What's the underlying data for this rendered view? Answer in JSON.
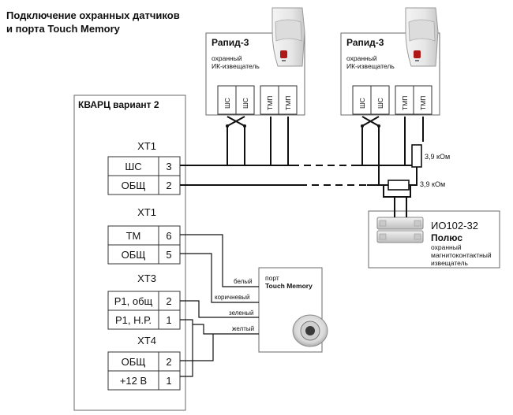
{
  "title": {
    "line1": "Подключение охранных датчиков",
    "line2": "и порта Touch Memory"
  },
  "sensors": [
    {
      "name": "Рапид-3",
      "desc1": "охранный",
      "desc2": "ИК-извещатель",
      "terminals": [
        "ШС",
        "ШС",
        "ТМП",
        "ТМП"
      ]
    },
    {
      "name": "Рапид-3",
      "desc1": "охранный",
      "desc2": "ИК-извещатель",
      "terminals": [
        "ШС",
        "ШС",
        "ТМП",
        "ТМП"
      ]
    }
  ],
  "panel": {
    "title": "КВАРЦ вариант 2",
    "blocks": [
      {
        "header": "ХТ1",
        "rows": [
          {
            "label": "ШС",
            "num": "3"
          },
          {
            "label": "ОБЩ",
            "num": "2"
          }
        ]
      },
      {
        "header": "ХТ1",
        "rows": [
          {
            "label": "ТМ",
            "num": "6"
          },
          {
            "label": "ОБЩ",
            "num": "5"
          }
        ]
      },
      {
        "header": "ХТ3",
        "rows": [
          {
            "label": "Р1, общ",
            "num": "2"
          },
          {
            "label": "Р1, Н.Р.",
            "num": "1"
          }
        ]
      },
      {
        "header": "ХТ4",
        "rows": [
          {
            "label": "ОБЩ",
            "num": "2"
          },
          {
            "label": "+12 В",
            "num": "1"
          }
        ]
      }
    ]
  },
  "resistors": [
    {
      "value": "3,9  кОм"
    },
    {
      "value": "3,9 кОм"
    }
  ],
  "magnetic_sensor": {
    "model": "ИО102-32",
    "name": "Полюс",
    "desc1": "охранный",
    "desc2": "магнитоконтактный",
    "desc3": "извещатель"
  },
  "touch_memory": {
    "label1": "порт",
    "label2": "Touch Memory"
  },
  "wires": {
    "white": "белый",
    "brown": "коричневый",
    "green": "зеленый",
    "yellow": "желтый"
  },
  "icons": {
    "ir_sensor": "ir-motion-detector-icon",
    "magnetic_contact": "magnetic-contact-icon",
    "touch_reader": "touch-memory-reader-icon"
  }
}
